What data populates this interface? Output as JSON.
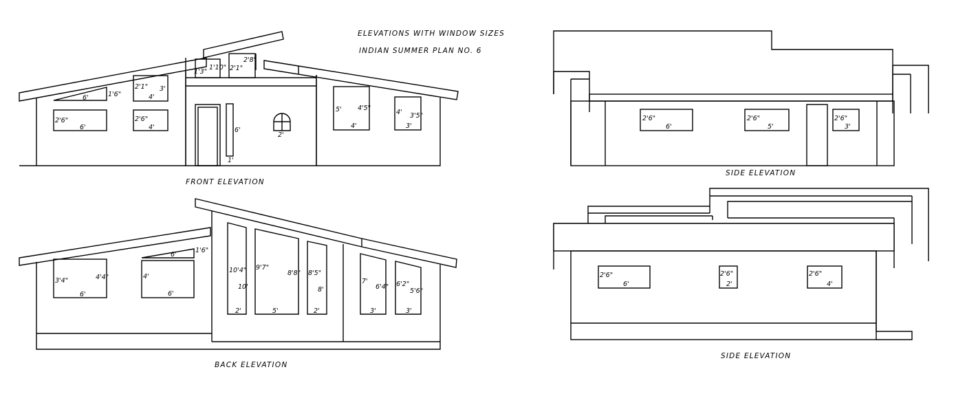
{
  "header": {
    "line1": "ELEVATIONS WITH WINDOW SIZES",
    "line2": "INDIAN SUMMER   PLAN NO. 6"
  },
  "front": {
    "title": "FRONT ELEVATION",
    "w1_size": "1'6\"",
    "w1_width": "6'",
    "w2_left": "2'1\"",
    "w2_right": "3'",
    "w2_width": "4'",
    "w3_height": "2'6\"",
    "w3_width": "6'",
    "w4_height": "2'6\"",
    "w4_width": "4'",
    "w5_left": "1'3\"",
    "w5_right": "1'10\"",
    "w6_left": "2'1\"",
    "w6_right": "2'8\"",
    "door_height": "6'",
    "door_width": "1'",
    "arch_width": "2'",
    "w7_left": "5'",
    "w7_right": "4'5\"",
    "w7_width": "4'",
    "w8_left": "4'",
    "w8_right": "3'5\"",
    "w8_width": "3'"
  },
  "back": {
    "title": "BACK ELEVATION",
    "w1_left": "3'4\"",
    "w1_right": "4'4\"",
    "w1_width": "6'",
    "w2_left": "4'",
    "w2_width": "6'",
    "w3_width": "6'",
    "w3_size": "1'6\"",
    "w4_top": "10'4\"",
    "w4_mid": "10'",
    "w4_width": "2'",
    "w5_left": "9'7\"",
    "w5_right": "8'8\"",
    "w5_width": "5'",
    "w6_top": "8'5\"",
    "w6_mid": "8'",
    "w6_width": "2'",
    "w7_left": "7'",
    "w7_right": "6'4\"",
    "w7_width": "3'",
    "w8_left": "6'2\"",
    "w8_right": "5'6\"",
    "w8_width": "3'"
  },
  "side1": {
    "title": "SIDE ELEVATION",
    "w1_height": "2'6\"",
    "w1_width": "6'",
    "w2_height": "2'6\"",
    "w2_width": "5'",
    "w3_height": "2'6\"",
    "w3_width": "3'"
  },
  "side2": {
    "title": "SIDE ELEVATION",
    "w1_height": "2'6\"",
    "w1_width": "6'",
    "w2_height": "2'6\"",
    "w2_width": "2'",
    "w3_height": "2'6\"",
    "w3_width": "4'"
  }
}
